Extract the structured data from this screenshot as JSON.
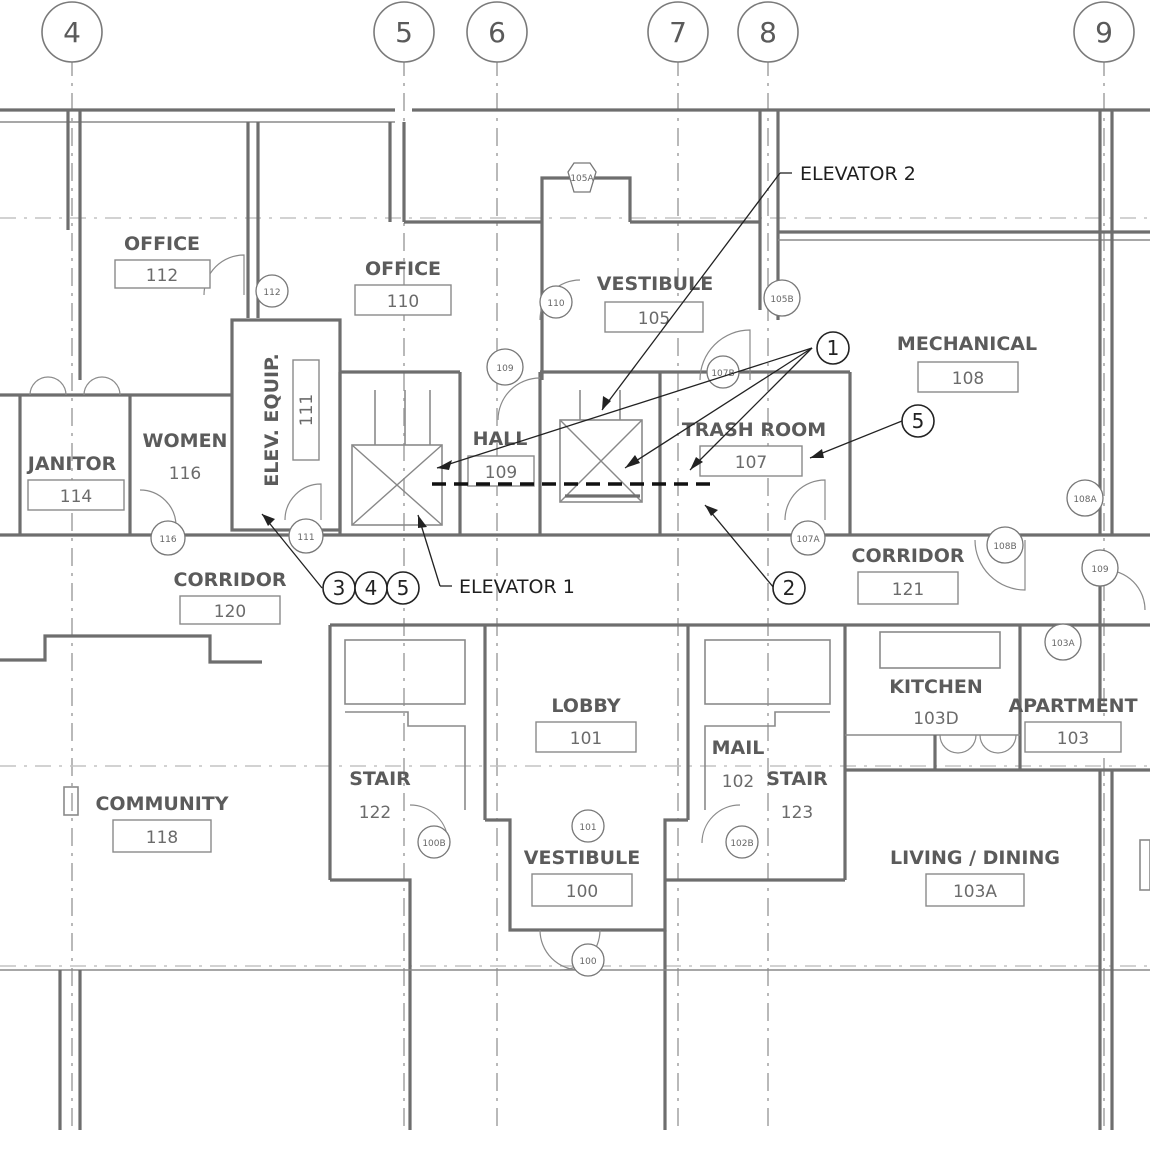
{
  "grid_bubbles": [
    "4",
    "5",
    "6",
    "7",
    "8",
    "9"
  ],
  "rooms": {
    "office_112": {
      "name": "OFFICE",
      "number": "112"
    },
    "office_110": {
      "name": "OFFICE",
      "number": "110"
    },
    "vestibule_105": {
      "name": "VESTIBULE",
      "number": "105"
    },
    "mechanical_108": {
      "name": "MECHANICAL",
      "number": "108"
    },
    "elev_equip_111": {
      "name": "ELEV. EQUIP.",
      "number": "111"
    },
    "janitor_114": {
      "name": "JANITOR",
      "number": "114"
    },
    "women_116": {
      "name": "WOMEN",
      "number": "116"
    },
    "hall_109": {
      "name": "HALL",
      "number": "109"
    },
    "trash_room_107": {
      "name": "TRASH ROOM",
      "number": "107"
    },
    "corridor_120": {
      "name": "CORRIDOR",
      "number": "120"
    },
    "corridor_121": {
      "name": "CORRIDOR",
      "number": "121"
    },
    "lobby_101": {
      "name": "LOBBY",
      "number": "101"
    },
    "kitchen_103d": {
      "name": "KITCHEN",
      "number": "103D"
    },
    "apartment_103": {
      "name": "APARTMENT",
      "number": "103"
    },
    "stair_122": {
      "name": "STAIR",
      "number": "122"
    },
    "mail_102": {
      "name": "MAIL",
      "number": "102"
    },
    "stair_123": {
      "name": "STAIR",
      "number": "123"
    },
    "community_118": {
      "name": "COMMUNITY",
      "number": "118"
    },
    "vestibule_100": {
      "name": "VESTIBULE",
      "number": "100"
    },
    "living_dining_103a": {
      "name": "LIVING / DINING",
      "number": "103A"
    }
  },
  "door_tags": [
    "105A",
    "112",
    "110",
    "105B",
    "109",
    "107B",
    "111",
    "116",
    "107A",
    "108B",
    "108A",
    "109",
    "103A",
    "101",
    "100B",
    "102B",
    "100"
  ],
  "callouts": {
    "elevator_1": "ELEVATOR 1",
    "elevator_2": "ELEVATOR 2",
    "num_1": "1",
    "num_2": "2",
    "num_3": "3",
    "num_4": "4",
    "num_5a": "5",
    "num_5b": "5"
  }
}
